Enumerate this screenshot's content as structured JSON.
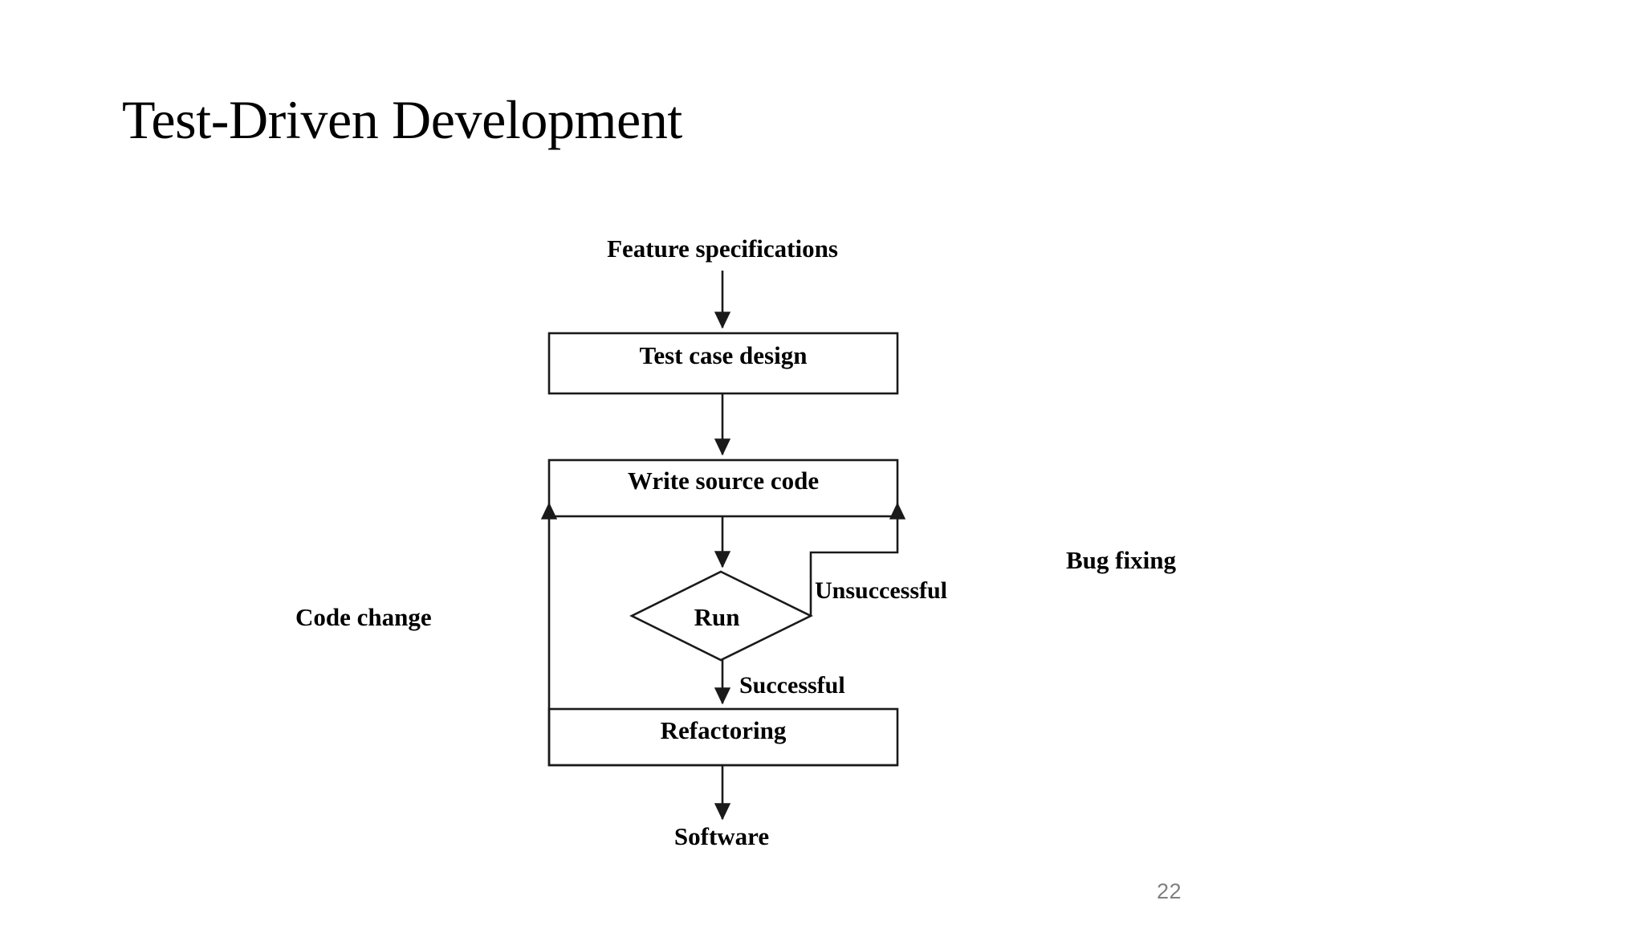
{
  "slide": {
    "title": "Test-Driven Development",
    "page_number": "22",
    "background_color": "#ffffff",
    "text_color": "#000000",
    "line_color": "#1a1a1a",
    "page_number_color": "#808080"
  },
  "diagram": {
    "type": "flowchart",
    "title": "Test-Driven Development flow",
    "nodes": {
      "feature_specifications": "Feature specifications",
      "test_case_design": "Test case design",
      "write_source_code": "Write source code",
      "run": "Run",
      "refactoring": "Refactoring",
      "software": "Software"
    },
    "edge_labels": {
      "unsuccessful": "Unsuccessful",
      "successful": "Successful"
    },
    "annotations": {
      "code_change": "Code change",
      "bug_fixing": "Bug fixing"
    }
  }
}
